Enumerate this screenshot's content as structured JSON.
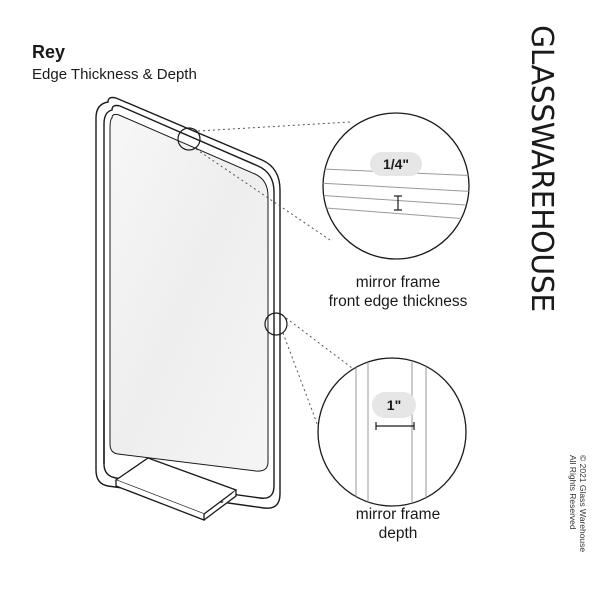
{
  "header": {
    "title": "Rey",
    "subtitle": "Edge Thickness & Depth"
  },
  "callouts": {
    "front_edge": {
      "measure": "1/4\"",
      "label_line1": "mirror frame",
      "label_line2": "front edge thickness"
    },
    "depth": {
      "measure": "1\"",
      "label_line1": "mirror frame",
      "label_line2": "depth"
    }
  },
  "brand": {
    "name": "GLASSWAREHOUSE",
    "copyright_line1": "© 2021 Glass Warehouse",
    "copyright_line2": "All Rights Reserved"
  },
  "colors": {
    "line": "#1a1a1a",
    "mirror_fill": "#f1f1f1",
    "badge_fill": "#e6e6e6"
  }
}
